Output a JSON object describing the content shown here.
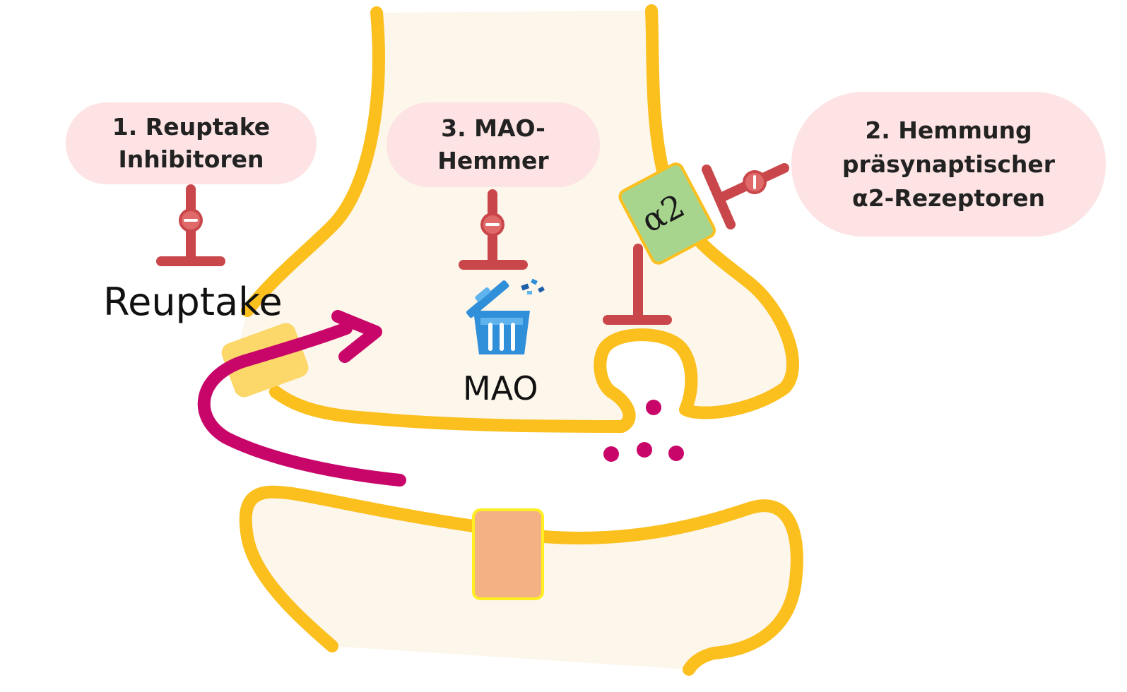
{
  "labels": {
    "reuptake_inhibitors": "1. Reuptake\nInhibitoren",
    "mao_inhibitors": "3. MAO-\nHemmer",
    "alpha2_inhibition": "2. Hemmung\npräsynaptischer\nα2-Rezeptoren",
    "reuptake": "Reuptake",
    "mao": "MAO",
    "alpha2": "α2"
  },
  "colors": {
    "membrane": "#fbbf1e",
    "cytoplasm": "#fdf6ea",
    "inhibitor": "#c9474a",
    "pill_bg": "#fde3e3",
    "arrow": "#c8066a",
    "transmitter": "#c8066a",
    "alpha2_receptor": "#a8d58e",
    "transporter": "#fcd86a",
    "postsynaptic_receptor": "#f4b183",
    "trash": "#2f8fd8"
  },
  "icons": {
    "inhibitor": "inhibitor-bar-icon",
    "minus": "minus-icon",
    "trash": "trash-icon",
    "arrow": "reuptake-arrow-icon"
  }
}
